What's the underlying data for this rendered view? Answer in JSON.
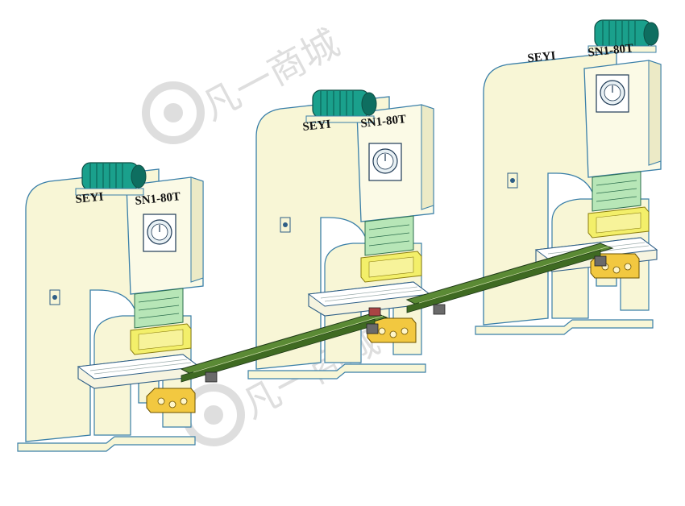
{
  "colors": {
    "frame": "#f8f6d6",
    "frame_stroke": "#3a7fa8",
    "motor": "#1aa08c",
    "motor_dark": "#0e6e60",
    "slide": "#b7e6b7",
    "die_yellow": "#f3ef6a",
    "bracket_yellow": "#f2c840",
    "transfer_green": "#5b8a35",
    "bolster": "#f6f4e0",
    "watermark": "#d9d9d9"
  },
  "presses": [
    {
      "brand": "SEYI",
      "model": "SN1-80T"
    },
    {
      "brand": "SEYI",
      "model": "SN1-80T"
    },
    {
      "brand": "SEYI",
      "model": "SN1-80T"
    }
  ],
  "watermark": {
    "text_top": "凡一商城",
    "text_bottom": "凡一商城"
  },
  "icons": [
    "gear-logo-icon",
    "motor-icon",
    "dial-gauge-icon",
    "switch-box-icon"
  ]
}
